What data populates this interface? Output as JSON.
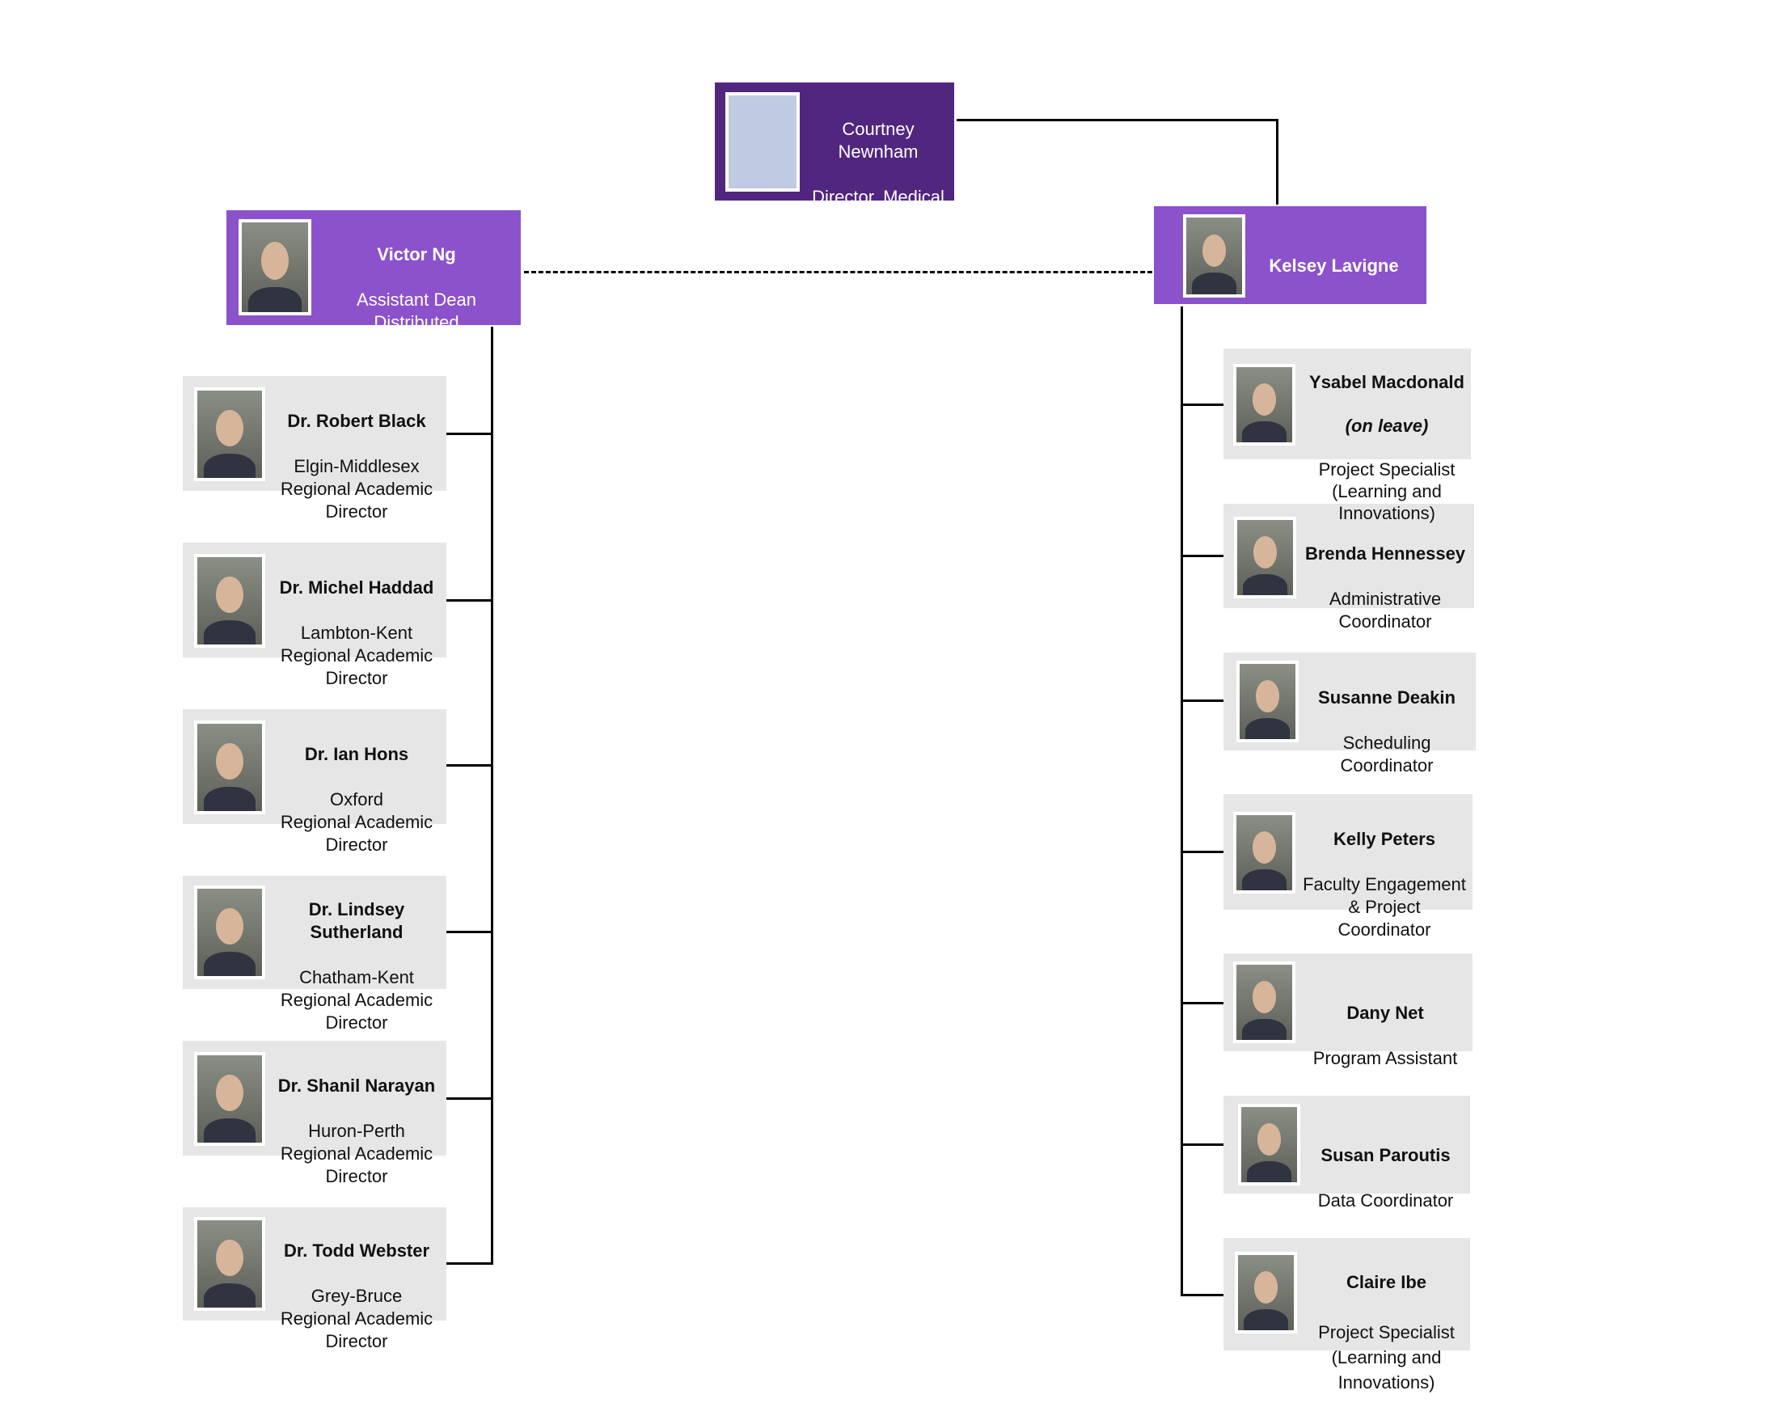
{
  "director": {
    "name": "Courtney\nNewnham",
    "title": "Director, Medical\nEducation"
  },
  "assistant_dean": {
    "name": "Victor Ng",
    "title": "Assistant Dean\nDistributed\nEducation"
  },
  "manager": {
    "name": "Kelsey Lavigne",
    "title": "Manager"
  },
  "regional_directors": [
    {
      "name": "Dr. Robert Black",
      "title": "Elgin-Middlesex\nRegional Academic\nDirector"
    },
    {
      "name": "Dr. Michel Haddad",
      "title": "Lambton-Kent\nRegional Academic\nDirector"
    },
    {
      "name": "Dr. Ian Hons",
      "title": "Oxford\nRegional Academic\nDirector"
    },
    {
      "name": "Dr. Lindsey\nSutherland",
      "title": "Chatham-Kent\nRegional Academic\nDirector"
    },
    {
      "name": "Dr. Shanil Narayan",
      "title": "Huron-Perth\nRegional Academic\nDirector"
    },
    {
      "name": "Dr. Todd Webster",
      "title": "Grey-Bruce\nRegional Academic\nDirector"
    }
  ],
  "staff": [
    {
      "name": "Ysabel Macdonald",
      "note": "(on leave)",
      "title": "Project Specialist\n(Learning and\nInnovations)"
    },
    {
      "name": "Brenda Hennessey",
      "title": "Administrative\nCoordinator"
    },
    {
      "name": "Susanne Deakin",
      "title": "Scheduling\nCoordinator"
    },
    {
      "name": "Kelly Peters",
      "title": "Faculty Engagement\n& Project\nCoordinator"
    },
    {
      "name": "Dany Net",
      "title": "Program Assistant"
    },
    {
      "name": "Susan Paroutis",
      "title": "Data Coordinator"
    },
    {
      "name": "Claire Ibe",
      "title": "Project Specialist\n(Learning and\nInnovations)"
    }
  ],
  "colors": {
    "director": "#51267f",
    "lead": "#8b52cc",
    "staff": "#e6e6e6"
  }
}
